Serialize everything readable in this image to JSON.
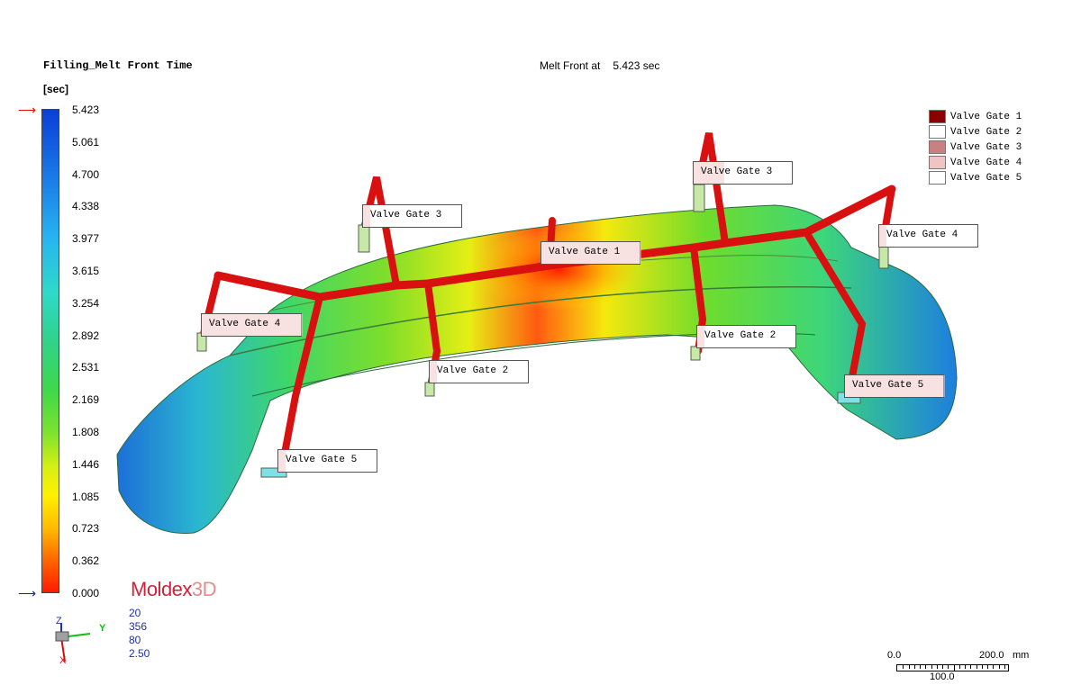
{
  "header": {
    "plot_title": "Filling_Melt Front Time",
    "melt_front_label": "Melt Front at",
    "melt_front_value": "5.423 sec",
    "unit": "[sec]"
  },
  "colorbar": {
    "ticks": [
      "5.423",
      "5.061",
      "4.700",
      "4.338",
      "3.977",
      "3.615",
      "3.254",
      "2.892",
      "2.531",
      "2.169",
      "1.808",
      "1.446",
      "1.085",
      "0.723",
      "0.362",
      "0.000"
    ],
    "top_arrow_color": "#e01010",
    "bottom_arrow_color": "#1020c0"
  },
  "legend": {
    "items": [
      {
        "label": "Valve Gate 1",
        "color": "#8b0000"
      },
      {
        "label": "Valve Gate 2",
        "color": "#ffffff"
      },
      {
        "label": "Valve Gate 3",
        "color": "#c98080"
      },
      {
        "label": "Valve Gate 4",
        "color": "#efc4c4"
      },
      {
        "label": "Valve Gate 5",
        "color": "#ffffff"
      }
    ]
  },
  "gate_labels": [
    {
      "text": "Valve Gate 3",
      "fill": "#f0c8c8"
    },
    {
      "text": "Valve Gate 3",
      "fill": "#f0c8c8"
    },
    {
      "text": "Valve Gate 1",
      "fill": "#f0c8c8"
    },
    {
      "text": "Valve Gate 4",
      "fill": "#f0c8c8"
    },
    {
      "text": "Valve Gate 4",
      "fill": "#f0c8c8"
    },
    {
      "text": "Valve Gate 2",
      "fill": "#f0c8c8"
    },
    {
      "text": "Valve Gate 2",
      "fill": "#f0c8c8"
    },
    {
      "text": "Valve Gate 5",
      "fill": "#f0c8c8"
    },
    {
      "text": "Valve Gate 5",
      "fill": "#f0c8c8"
    }
  ],
  "brand": {
    "part1": "Moldex",
    "part2": "3D"
  },
  "view_params": [
    "20",
    "356",
    "80",
    "2.50"
  ],
  "triad": {
    "z": "Z",
    "y": "Y",
    "x": "X"
  },
  "scale": {
    "left": "0.0",
    "right": "200.0",
    "unit": "mm",
    "mid": "100.0"
  }
}
